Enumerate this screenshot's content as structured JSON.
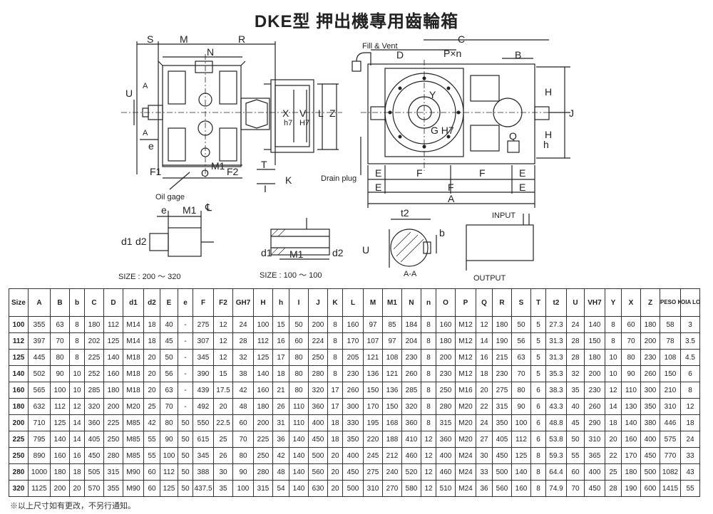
{
  "title": "DKE型 押出機專用齒輪箱",
  "drawing": {
    "top_labels": [
      "S",
      "M",
      "R",
      "N",
      "C",
      "D",
      "P×n",
      "B"
    ],
    "left_labels": [
      "U",
      "A",
      "A",
      "e",
      "F1",
      "M1",
      "O",
      "F2",
      "Oil gage"
    ],
    "mid_labels": [
      "X",
      "h7",
      "V",
      "H7",
      "L",
      "Z",
      "T",
      "I",
      "K"
    ],
    "right_labels": [
      "Fill & Vent",
      "Y",
      "G H7",
      "Q",
      "h",
      "H",
      "H",
      "J",
      "Drain plug",
      "E",
      "F",
      "F",
      "E",
      "E",
      "F",
      "E",
      "A"
    ],
    "detail1": {
      "e": "e",
      "m1": "M1",
      "cl": "℄",
      "d1": "d1",
      "d2": "d2"
    },
    "detail2": {
      "d1": "d1",
      "m1": "M1",
      "d2": "d2"
    },
    "section": {
      "t2": "t2",
      "b": "b",
      "u": "U",
      "name": "A-A"
    },
    "io": {
      "input": "INPUT",
      "output": "OUTPUT"
    },
    "size_left": "SIZE : 200 ～ 320",
    "size_right": "SIZE : 100 ～ 100"
  },
  "table": {
    "headers": [
      "Size",
      "A",
      "B",
      "b",
      "C",
      "D",
      "d1",
      "d2",
      "E",
      "e",
      "F",
      "F2",
      "GH7",
      "H",
      "h",
      "I",
      "J",
      "K",
      "L",
      "M",
      "M1",
      "N",
      "n",
      "O",
      "P",
      "Q",
      "R",
      "S",
      "T",
      "t2",
      "U",
      "VH7",
      "Y",
      "X",
      "Z",
      "PESO KG",
      "OIA LOIO"
    ],
    "rows": [
      [
        "100",
        "355",
        "63",
        "8",
        "180",
        "112",
        "M14",
        "18",
        "40",
        "-",
        "275",
        "12",
        "24",
        "100",
        "15",
        "50",
        "200",
        "8",
        "160",
        "97",
        "85",
        "184",
        "8",
        "160",
        "M12",
        "12",
        "180",
        "50",
        "5",
        "27.3",
        "24",
        "140",
        "8",
        "60",
        "180",
        "58",
        "3"
      ],
      [
        "112",
        "397",
        "70",
        "8",
        "202",
        "125",
        "M14",
        "18",
        "45",
        "-",
        "307",
        "12",
        "28",
        "112",
        "16",
        "60",
        "224",
        "8",
        "170",
        "107",
        "97",
        "204",
        "8",
        "180",
        "M12",
        "14",
        "190",
        "56",
        "5",
        "31.3",
        "28",
        "150",
        "8",
        "70",
        "200",
        "78",
        "3.5"
      ],
      [
        "125",
        "445",
        "80",
        "8",
        "225",
        "140",
        "M18",
        "20",
        "50",
        "-",
        "345",
        "12",
        "32",
        "125",
        "17",
        "80",
        "250",
        "8",
        "205",
        "121",
        "108",
        "230",
        "8",
        "200",
        "M12",
        "16",
        "215",
        "63",
        "5",
        "31.3",
        "28",
        "180",
        "10",
        "80",
        "230",
        "108",
        "4.5"
      ],
      [
        "140",
        "502",
        "90",
        "10",
        "252",
        "160",
        "M18",
        "20",
        "56",
        "-",
        "390",
        "15",
        "38",
        "140",
        "18",
        "80",
        "280",
        "8",
        "230",
        "136",
        "121",
        "260",
        "8",
        "230",
        "M12",
        "18",
        "230",
        "70",
        "5",
        "35.3",
        "32",
        "200",
        "10",
        "90",
        "260",
        "150",
        "6"
      ],
      [
        "160",
        "565",
        "100",
        "10",
        "285",
        "180",
        "M18",
        "20",
        "63",
        "-",
        "439",
        "17.5",
        "42",
        "160",
        "21",
        "80",
        "320",
        "17",
        "260",
        "150",
        "136",
        "285",
        "8",
        "250",
        "M16",
        "20",
        "275",
        "80",
        "6",
        "38.3",
        "35",
        "230",
        "12",
        "110",
        "300",
        "210",
        "8"
      ],
      [
        "180",
        "632",
        "112",
        "12",
        "320",
        "200",
        "M20",
        "25",
        "70",
        "-",
        "492",
        "20",
        "48",
        "180",
        "26",
        "110",
        "360",
        "17",
        "300",
        "170",
        "150",
        "320",
        "8",
        "280",
        "M20",
        "22",
        "315",
        "90",
        "6",
        "43.3",
        "40",
        "260",
        "14",
        "130",
        "350",
        "310",
        "12"
      ],
      [
        "200",
        "710",
        "125",
        "14",
        "360",
        "225",
        "M85",
        "42",
        "80",
        "50",
        "550",
        "22.5",
        "60",
        "200",
        "31",
        "110",
        "400",
        "18",
        "330",
        "195",
        "168",
        "360",
        "8",
        "315",
        "M20",
        "24",
        "350",
        "100",
        "6",
        "48.8",
        "45",
        "290",
        "18",
        "140",
        "380",
        "446",
        "18"
      ],
      [
        "225",
        "795",
        "140",
        "14",
        "405",
        "250",
        "M85",
        "55",
        "90",
        "50",
        "615",
        "25",
        "70",
        "225",
        "36",
        "140",
        "450",
        "18",
        "350",
        "220",
        "188",
        "410",
        "12",
        "360",
        "M20",
        "27",
        "405",
        "112",
        "6",
        "53.8",
        "50",
        "310",
        "20",
        "160",
        "400",
        "575",
        "24"
      ],
      [
        "250",
        "890",
        "160",
        "16",
        "450",
        "280",
        "M85",
        "55",
        "100",
        "50",
        "345",
        "26",
        "80",
        "250",
        "42",
        "140",
        "500",
        "20",
        "400",
        "245",
        "212",
        "460",
        "12",
        "400",
        "M24",
        "30",
        "450",
        "125",
        "8",
        "59.3",
        "55",
        "365",
        "22",
        "170",
        "450",
        "770",
        "33"
      ],
      [
        "280",
        "1000",
        "180",
        "18",
        "505",
        "315",
        "M90",
        "60",
        "112",
        "50",
        "388",
        "30",
        "90",
        "280",
        "48",
        "140",
        "560",
        "20",
        "450",
        "275",
        "240",
        "520",
        "12",
        "460",
        "M24",
        "33",
        "500",
        "140",
        "8",
        "64.4",
        "60",
        "400",
        "25",
        "180",
        "500",
        "1082",
        "43"
      ],
      [
        "320",
        "1125",
        "200",
        "20",
        "570",
        "355",
        "M90",
        "60",
        "125",
        "50",
        "437.5",
        "35",
        "100",
        "315",
        "54",
        "140",
        "630",
        "20",
        "500",
        "310",
        "270",
        "580",
        "12",
        "510",
        "M24",
        "36",
        "560",
        "160",
        "8",
        "74.9",
        "70",
        "450",
        "28",
        "190",
        "600",
        "1415",
        "55"
      ]
    ]
  },
  "note": "※以上尺寸如有更改，不另行通知。"
}
